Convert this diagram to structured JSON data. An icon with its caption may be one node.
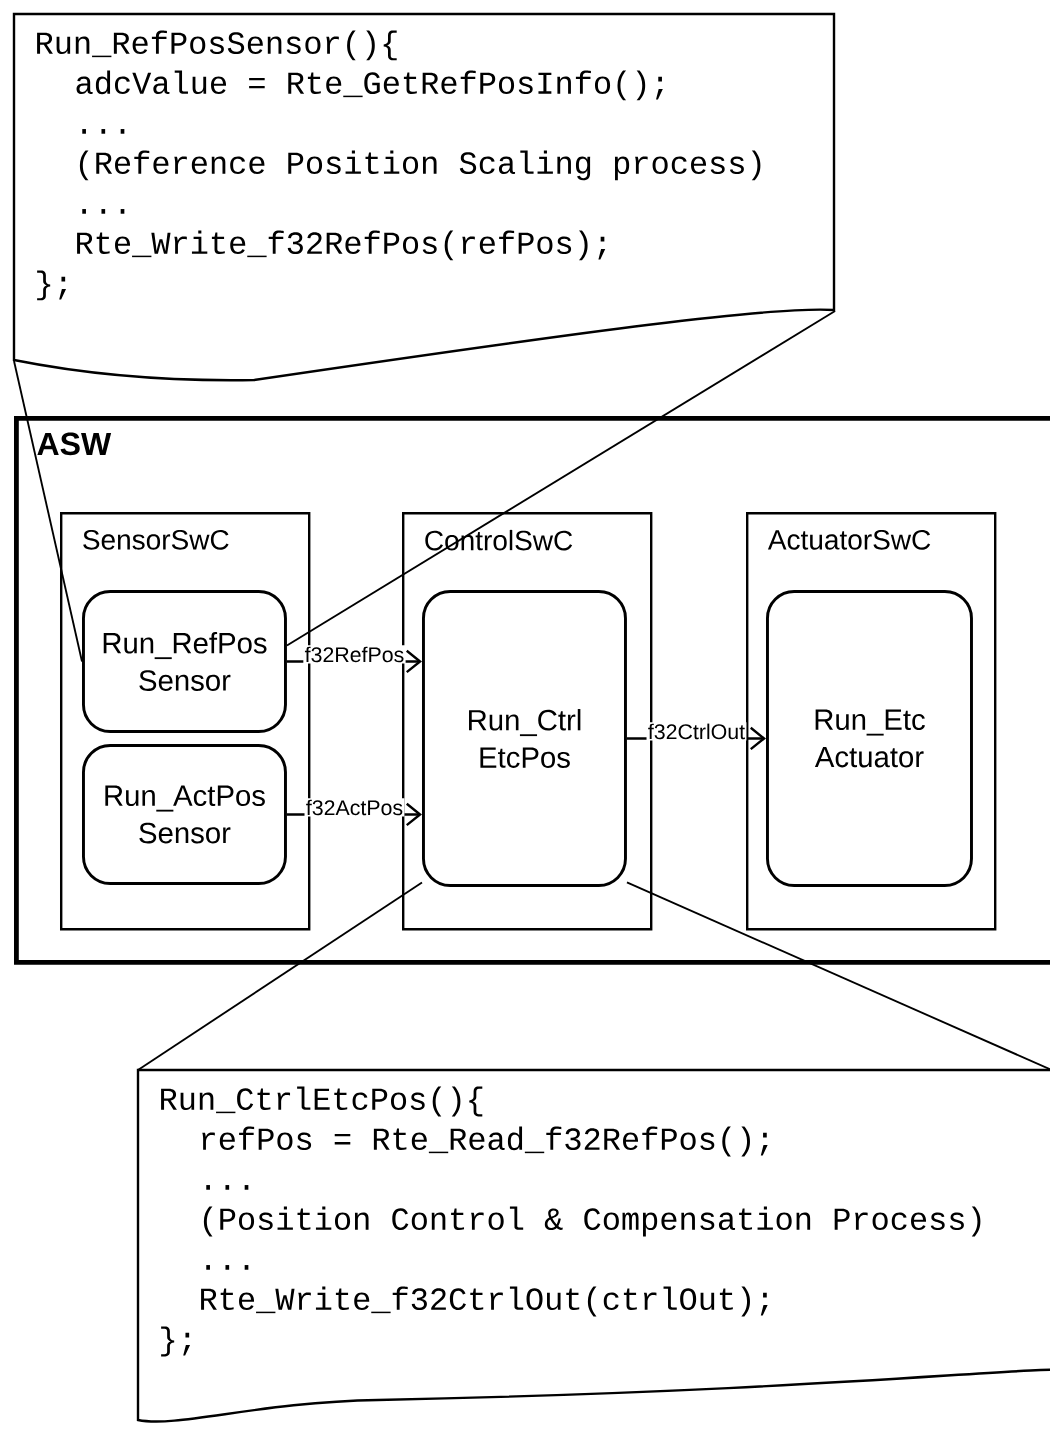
{
  "diagram": {
    "nodes": [
      {
        "text": [
          "Run_RefPosSensor(){",
          "adcValue = Rte_GetRefPosInfo();",
          "...",
          "(Reference Position Scaling process)",
          "...",
          "Rte_Write_f32RefPos(refPos);",
          "};"
        ]
      },
      {
        "text": [
          "ASW"
        ]
      },
      {
        "text": [
          "SensorSwC"
        ],
        "in": 1
      },
      {
        "text": [
          "Run_RefPos Sensor"
        ],
        "in": 2
      },
      {
        "text": [
          "Run_ActPos Sensor"
        ],
        "in": 2
      },
      {
        "text": [
          "ControlSwC"
        ],
        "in": 1
      },
      {
        "text": [
          "Run_Ctrl EtcPos"
        ],
        "in": 5
      },
      {
        "text": [
          "ActuatorSwC"
        ],
        "in": 1
      },
      {
        "text": [
          "Run_Etc Actuator"
        ],
        "in": 7
      },
      {
        "text": [
          "Run_CtrlEtcPos(){",
          "refPos = Rte_Read_f32RefPos();",
          "...",
          "(Position Control & Compensation Process)",
          "...",
          "Rte_Write_f32CtrlOut(ctrlOut);",
          "};"
        ]
      }
    ],
    "edges": [
      {
        "from": 3,
        "to": 6,
        "arrow": "to",
        "label": "f32RefPos"
      },
      {
        "from": 4,
        "to": 6,
        "arrow": "to",
        "label": "f32ActPos"
      },
      {
        "from": 6,
        "to": 8,
        "arrow": "to",
        "label": "f32CtrlOut"
      },
      {
        "from": 0,
        "to": 3,
        "arrow": "none"
      },
      {
        "from": 0,
        "to": 3,
        "arrow": "none"
      },
      {
        "from": 9,
        "to": 6,
        "arrow": "none"
      },
      {
        "from": 9,
        "to": 6,
        "arrow": "none"
      }
    ]
  }
}
